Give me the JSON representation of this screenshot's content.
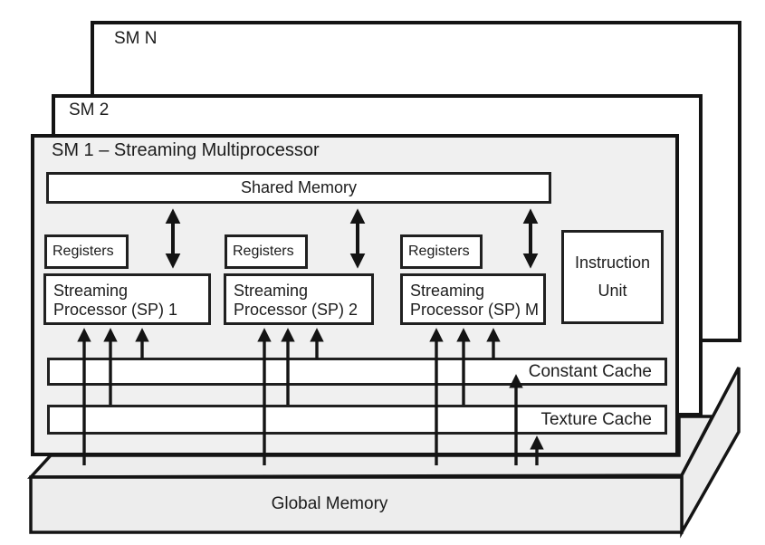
{
  "colors": {
    "background": "#ffffff",
    "sm1_fill": "#f0f0f0",
    "slab_fill": "#ededed",
    "box_fill": "#ffffff",
    "line": "#141414",
    "text": "#1c1c1c"
  },
  "sm_stack": {
    "sm_n_label": "SM N",
    "sm_2_label": "SM 2",
    "sm_1_title": "SM 1 – Streaming Multiprocessor"
  },
  "shared_memory": {
    "label": "Shared Memory"
  },
  "registers": [
    {
      "label": "Registers"
    },
    {
      "label": "Registers"
    },
    {
      "label": "Registers"
    }
  ],
  "streaming_processors": [
    {
      "line1": "Streaming",
      "line2": "Processor (SP) 1"
    },
    {
      "line1": "Streaming",
      "line2": "Processor (SP) 2"
    },
    {
      "line1": "Streaming",
      "line2": "Processor (SP) M"
    }
  ],
  "instruction_unit": {
    "line1": "Instruction",
    "line2": "Unit"
  },
  "caches": {
    "constant_label": "Constant Cache",
    "texture_label": "Texture Cache"
  },
  "global_memory": {
    "label": "Global Memory"
  }
}
